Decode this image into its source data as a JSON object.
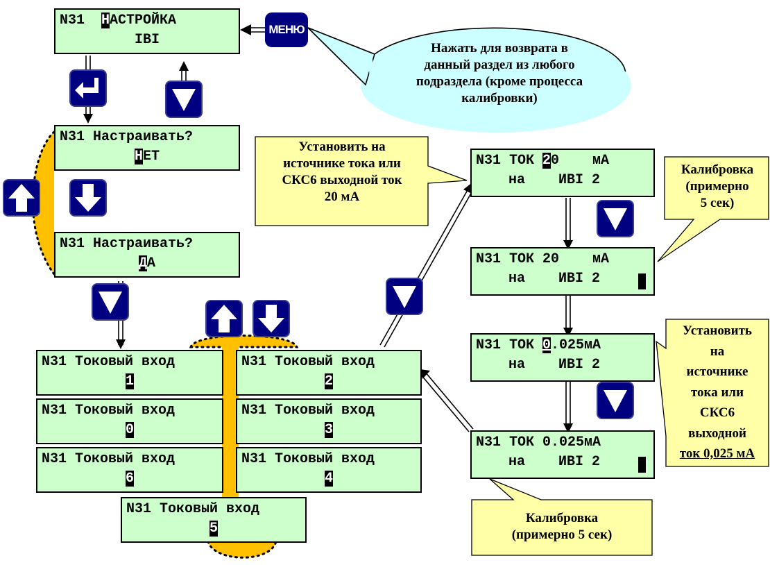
{
  "menu_button": {
    "label": "МЕНЮ"
  },
  "callouts": {
    "menu_hint": [
      "Нажать для возврата в",
      "данный раздел из любого",
      "подраздела (кроме процесса",
      "калибровки)"
    ],
    "set_20ma": [
      "Установить на",
      "источнике тока или",
      "СКС6 выходной ток",
      "20 мА"
    ],
    "calib_right": [
      "Калибровка",
      "(примерно",
      "5 сек)"
    ],
    "set_0025ma": [
      "Установить",
      "на",
      "источнике",
      "тока или",
      "СКС6",
      "выходной",
      "ток 0,025 мА"
    ],
    "calib_bottom": [
      "Калибровка",
      "(примерно 5 сек)"
    ]
  },
  "screens": {
    "setup_ivi": {
      "line1_pre": "N31  ",
      "line1_hl": "Н",
      "line1_post": "АСТРОЙКА",
      "line2": "IBI"
    },
    "adjust_no": {
      "line1": "N31 Настраивать?",
      "line2_hl": "Н",
      "line2_post": "ЕТ"
    },
    "adjust_yes": {
      "line1": "N31 Настраивать?",
      "line2_hl": "Д",
      "line2_post": "А"
    },
    "input_1": {
      "line1": "N31 Токовый вход",
      "line2_hl": "1"
    },
    "input_2": {
      "line1": "N31 Токовый вход",
      "line2_hl": "2"
    },
    "input_0": {
      "line1": "N31 Токовый вход",
      "line2_hl": "0"
    },
    "input_3": {
      "line1": "N31 Токовый вход",
      "line2_hl": "3"
    },
    "input_6": {
      "line1": "N31 Токовый вход",
      "line2_hl": "6"
    },
    "input_4": {
      "line1": "N31 Токовый вход",
      "line2_hl": "4"
    },
    "input_5": {
      "line1": "N31 Токовый вход",
      "line2_hl": "5"
    },
    "current_20_edit": {
      "line1_pre": "N31 ТОК ",
      "line1_hl": "2",
      "line1_post": "0    мА",
      "line2": "на    ИВI 2  "
    },
    "current_20_calib": {
      "line1": "N31 ТОК 20    мА",
      "line2": "на    ИВI 2  "
    },
    "current_0025_edit": {
      "line1_pre": "N31 ТОК ",
      "line1_hl": "0",
      "line1_post": ".025мА",
      "line2": "на    ИВI 2  "
    },
    "current_0025_calib": {
      "line1": "N31 ТОК 0.025мА",
      "line2": "на    ИВI 2  "
    }
  }
}
